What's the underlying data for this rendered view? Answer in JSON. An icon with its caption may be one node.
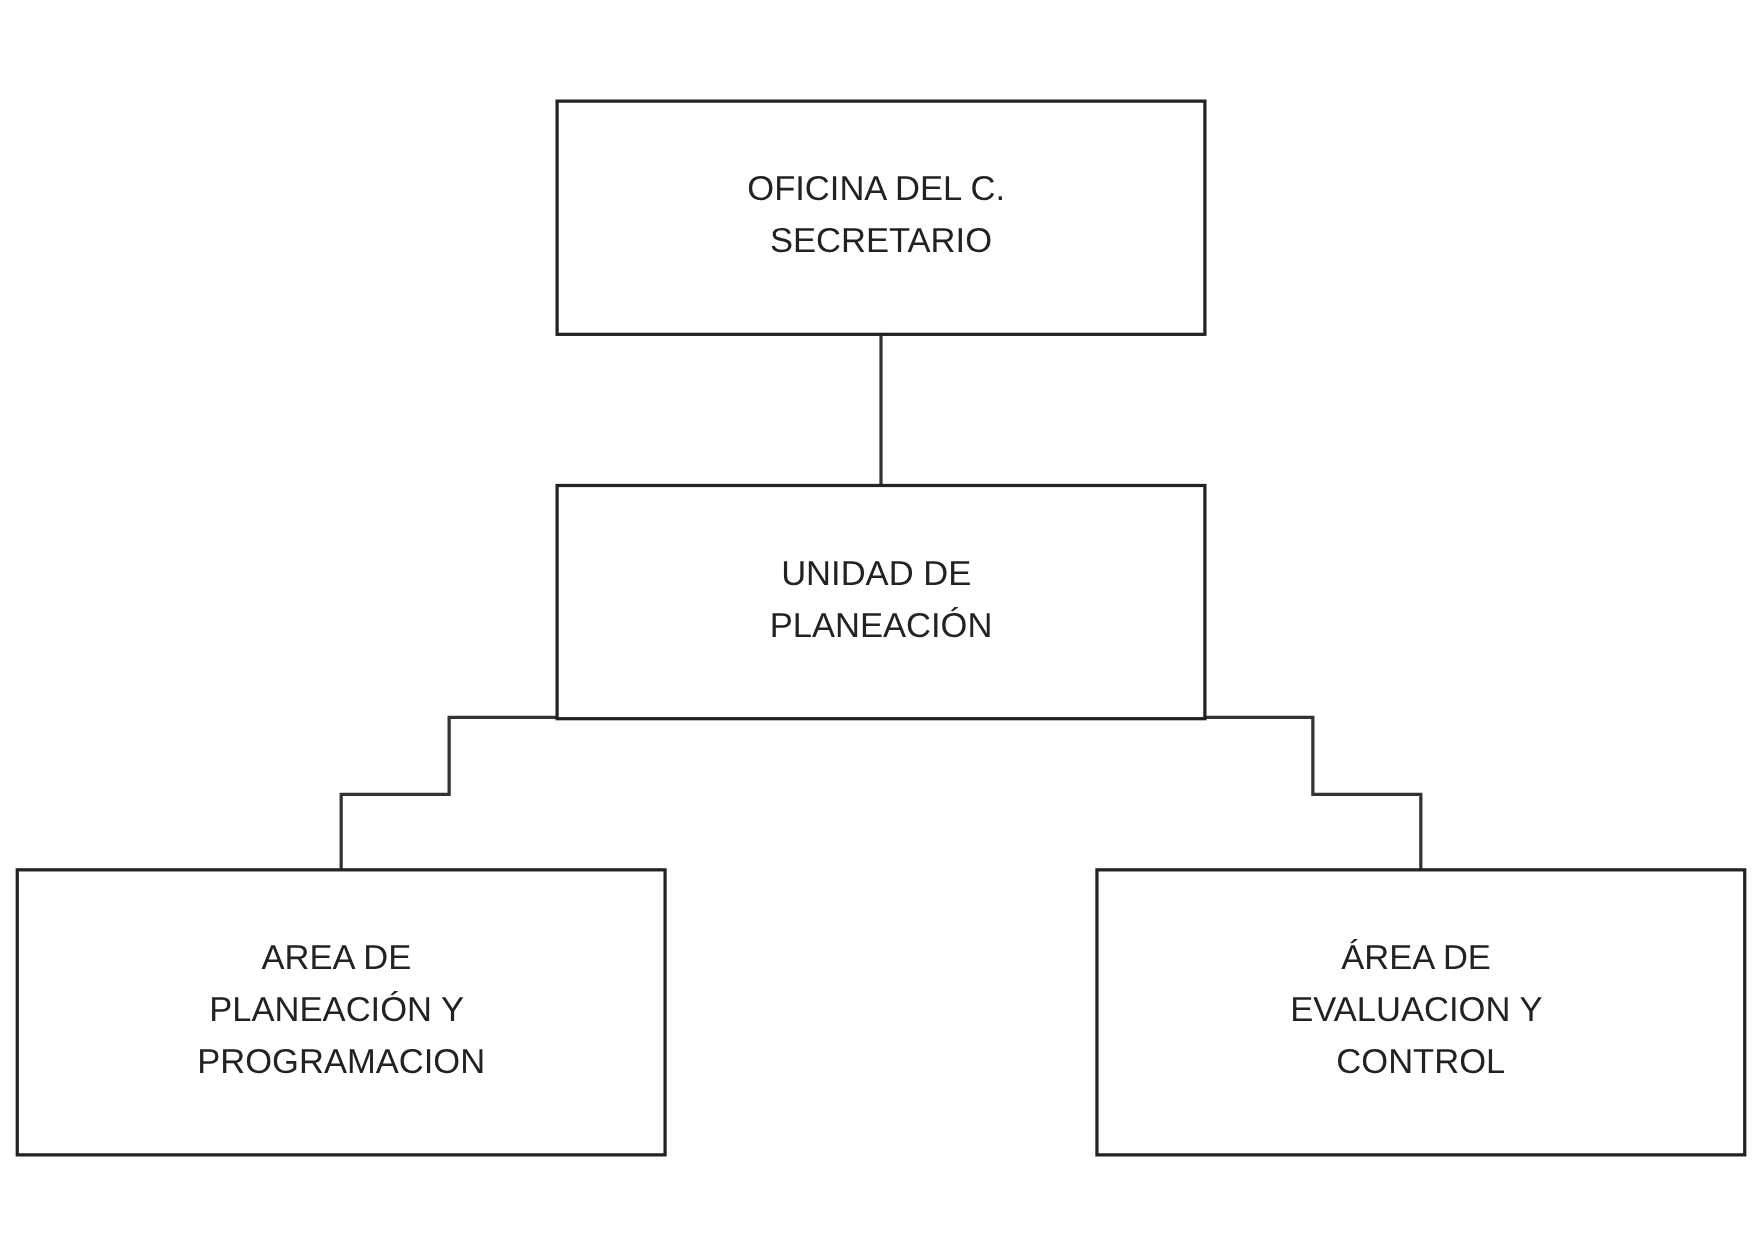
{
  "diagram": {
    "nodes": [
      {
        "text": [
          "OFICINA DEL C. SECRETARIO"
        ]
      },
      {
        "text": [
          "UNIDAD DE PLANEACIÓN"
        ]
      },
      {
        "text": [
          "AREA DE PLANEACIÓN Y PROGRAMACION"
        ]
      },
      {
        "text": [
          "ÁREA DE EVALUACION Y CONTROL"
        ]
      }
    ],
    "edges": [
      {
        "from": 0,
        "to": 1,
        "arrow": "none"
      },
      {
        "from": 1,
        "to": 2,
        "arrow": "none"
      },
      {
        "from": 1,
        "to": 3,
        "arrow": "none"
      }
    ]
  }
}
